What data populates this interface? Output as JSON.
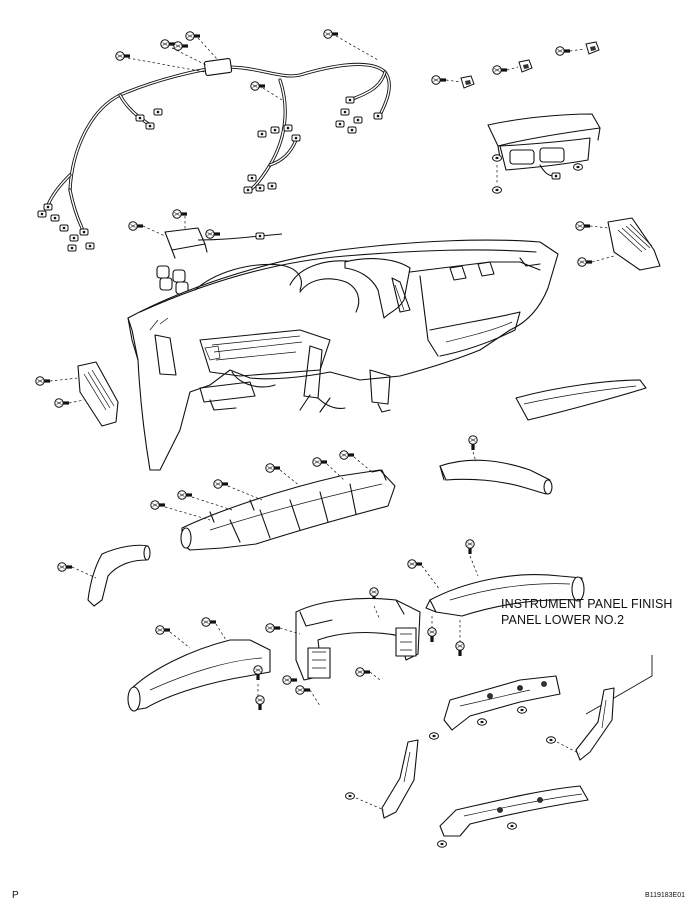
{
  "labels": {
    "callout_line1": "INSTRUMENT PANEL FINISH",
    "callout_line2": "PANEL LOWER NO.2",
    "corner_letter": "P",
    "figure_code": "B119183E01"
  }
}
